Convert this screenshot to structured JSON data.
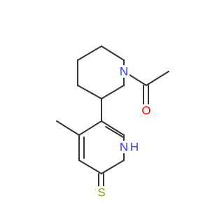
{
  "atoms": {
    "nitrogen_piperidine": {
      "label": "N",
      "color": "#3333ff"
    },
    "oxygen_carbonyl": {
      "label": "O",
      "color": "#ff0000"
    },
    "nitrogen_pyridine": {
      "label": "N",
      "color": "#3333ff"
    },
    "hydrogen_pyridine": {
      "label": "H",
      "color": "#3333ff"
    },
    "sulfur_thione": {
      "label": "S",
      "color": "#999900"
    }
  },
  "bond_color": "#333333"
}
